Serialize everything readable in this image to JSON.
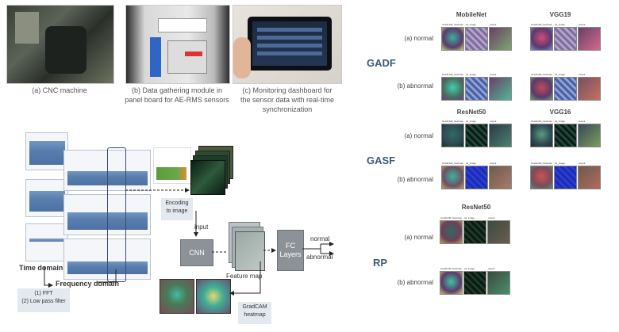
{
  "photos": {
    "a_caption": "(a) CNC machine",
    "b_caption_line1": "(b) Data gathering module in",
    "b_caption_line2": "panel board for AE-RMS sensors",
    "c_caption_line1": "(c) Monitoring dashboard for",
    "c_caption_line2": "the sensor  data with real-time",
    "c_caption_line3": "synchronization"
  },
  "pipeline": {
    "time_domain": "Time domain",
    "frequency_domain": "Frequency domain",
    "steps_line1": "(1) FFT",
    "steps_line2": "(2) Low pass filter",
    "encoding_line1": "Encoding",
    "encoding_line2": "to image",
    "input": "input",
    "cnn": "CNN",
    "feature_map": "Feature map",
    "fc_line1": "FC",
    "fc_line2": "Layers",
    "normal": "normal",
    "abnormal": "abnormal",
    "gradcam_line1": "GradCAM",
    "gradcam_line2": "heatmap"
  },
  "results": {
    "gadf": "GADF",
    "gasf": "GASF",
    "rp": "RP",
    "models": [
      "MobileNet",
      "VGG19",
      "ResNet50",
      "VGG16",
      "ResNet50"
    ],
    "row_normal": "(a) normal",
    "row_abnormal": "(b) abnormal",
    "tile_labels": [
      "GradCAM_heatmap",
      "sd_image",
      "output"
    ]
  },
  "colors": {
    "accent_blue": "#3d5b7a",
    "box_grey": "#8d9298",
    "note_bg": "#e4e8ef",
    "series_blue": "#3e68a0"
  }
}
